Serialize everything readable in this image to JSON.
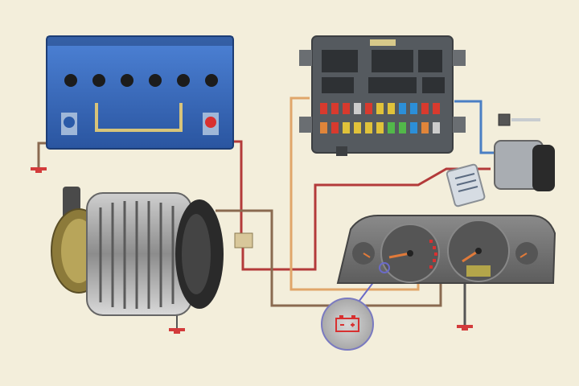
{
  "diagram": {
    "components": [
      {
        "id": "battery",
        "name": "battery-12v"
      },
      {
        "id": "fuse_box",
        "name": "fuse-relay-box"
      },
      {
        "id": "ignition",
        "name": "ignition-switch"
      },
      {
        "id": "alternator",
        "name": "alternator"
      },
      {
        "id": "cluster",
        "name": "instrument-cluster"
      },
      {
        "id": "warning_lamp",
        "name": "battery-warning-lamp"
      }
    ],
    "icons": {
      "ground": "ground-symbol-icon",
      "battery_warning": "battery-warning-icon",
      "terminal_negative": "negative-terminal-icon",
      "terminal_positive": "positive-terminal-icon"
    },
    "colors": {
      "background": "#f3eedb",
      "battery_blue": "#2f63b8",
      "wire_red": "#b33a3a",
      "wire_orange": "#e0a66a",
      "wire_brown": "#8a6a50",
      "wire_blue": "#4a7fc4",
      "ground_red": "#d33b3b",
      "cluster_grey": "#6f6f6f",
      "fuse_box_grey": "#555a5f"
    }
  }
}
